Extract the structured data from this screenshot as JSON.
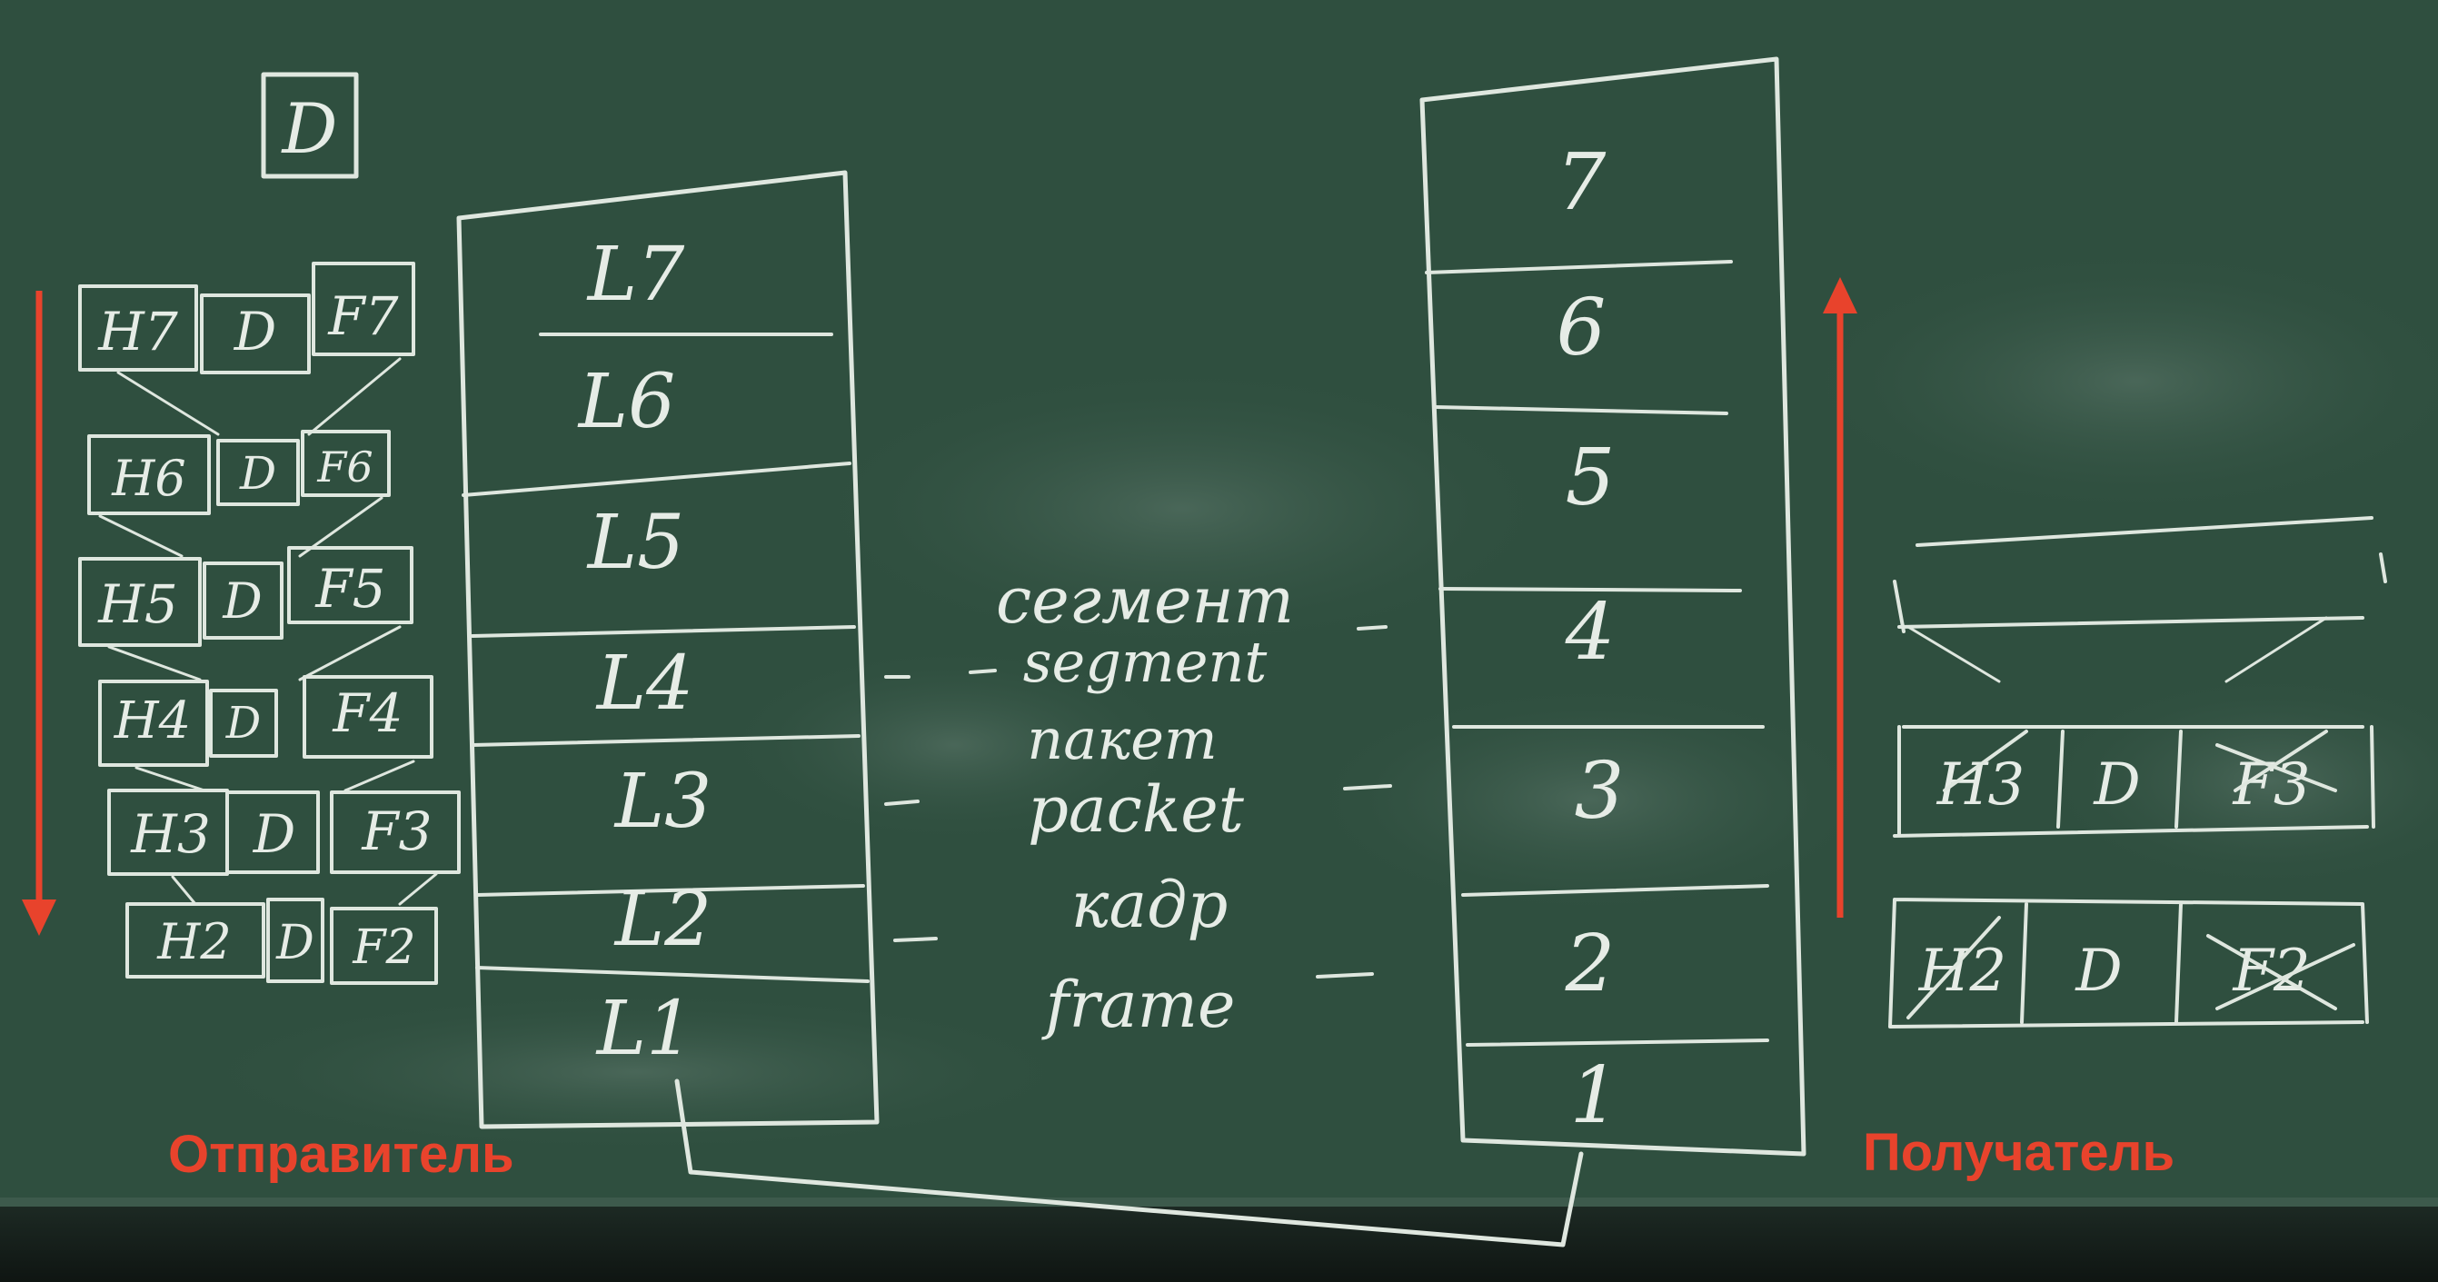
{
  "colors": {
    "board": "#2f4f3f",
    "chalk": "#e6ece6",
    "accent_red": "#e8432c"
  },
  "data_block": {
    "symbol": "D"
  },
  "sender_stack": [
    {
      "header": "H7",
      "data": "D",
      "footer": "F7"
    },
    {
      "header": "H6",
      "data": "D",
      "footer": "F6"
    },
    {
      "header": "H5",
      "data": "D",
      "footer": "F5"
    },
    {
      "header": "H4",
      "data": "D",
      "footer": "F4"
    },
    {
      "header": "H3",
      "data": "D",
      "footer": "F3"
    },
    {
      "header": "H2",
      "data": "D",
      "footer": "F2"
    }
  ],
  "sender_layers": [
    "L7",
    "L6",
    "L5",
    "L4",
    "L3",
    "L2",
    "L1"
  ],
  "pdu_terms": {
    "l4_ru": "сегмент",
    "l4_en": "segment",
    "l3_ru": "пакет",
    "l3_en": "packet",
    "l2_ru": "кадр",
    "l2_en": "frame"
  },
  "receiver_layers": [
    "7",
    "6",
    "5",
    "4",
    "3",
    "2",
    "1"
  ],
  "receiver_frames": [
    {
      "header": "H3",
      "data": "D",
      "footer": "F3"
    },
    {
      "header": "H2",
      "data": "D",
      "footer": "F2"
    }
  ],
  "labels": {
    "sender": "Отправитель",
    "receiver": "Получатель"
  }
}
